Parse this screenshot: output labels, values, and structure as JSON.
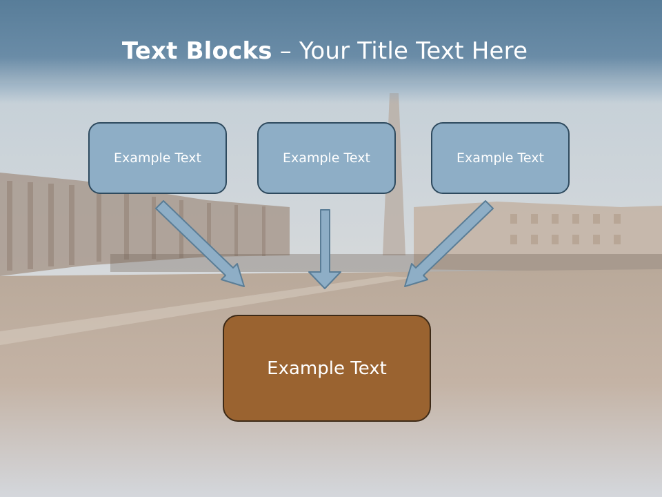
{
  "slide": {
    "title_bold": "Text Blocks",
    "title_rest": " – Your Title Text Here"
  },
  "blocks": [
    {
      "label": "Example Text"
    },
    {
      "label": "Example Text"
    },
    {
      "label": "Example Text"
    }
  ],
  "main_block": {
    "label": "Example Text"
  },
  "colors": {
    "title_band": "#587d99",
    "block_fill": "#8eaec6",
    "block_border": "#2e4a5e",
    "main_fill": "#9a6330",
    "main_border": "#3d2a17",
    "arrow_fill": "#8eaec6"
  }
}
